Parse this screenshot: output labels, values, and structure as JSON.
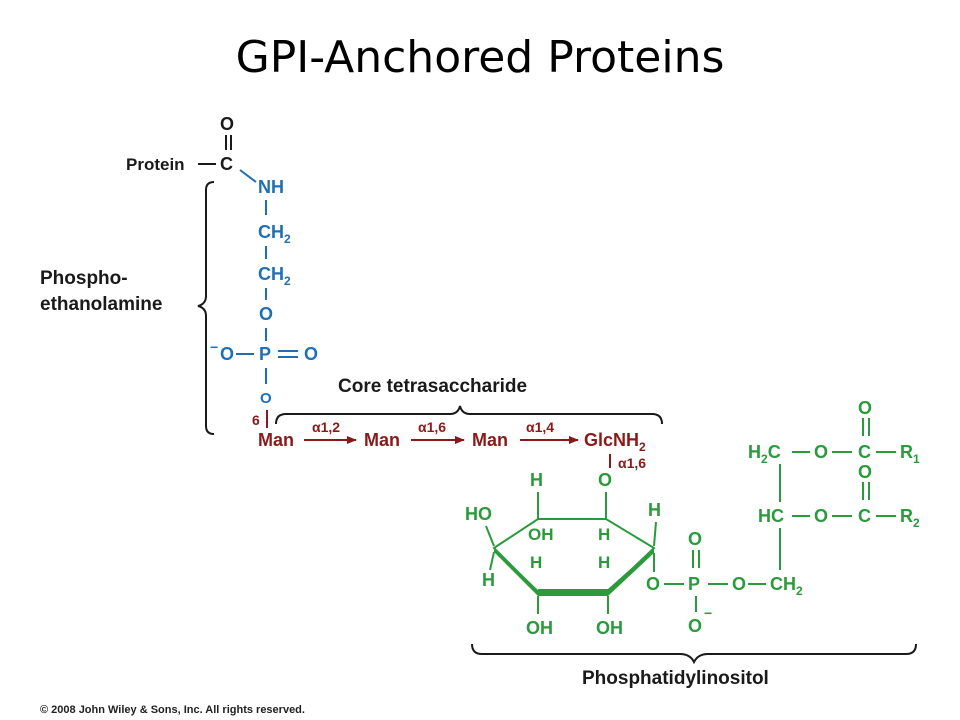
{
  "title": "GPI-Anchored Proteins",
  "colors": {
    "black": "#1a1a1a",
    "blue": "#1f6fb5",
    "red": "#8a1a1a",
    "green": "#2a9a3a"
  },
  "labels": {
    "phospho_line1": "Phospho-",
    "phospho_line2": "ethanolamine",
    "core": "Core tetrasaccharide",
    "pi": "Phosphatidylinositol",
    "protein": "Protein"
  },
  "atoms": {
    "O": "O",
    "C": "C",
    "NH": "NH",
    "P": "P",
    "H": "H",
    "HO": "HO",
    "OH": "OH",
    "CH": "CH",
    "sub2": "2",
    "minus": "−",
    "O_minus": "O",
    "R": "R",
    "sub1": "1",
    "H2C": "H",
    "HC": "HC",
    "num6": "6"
  },
  "sugars": {
    "man": "Man",
    "glcnh": "GlcNH",
    "sub2": "2"
  },
  "linkages": {
    "a12": "α1,2",
    "a16": "α1,6",
    "a14": "α1,4",
    "a16_vert": "α1,6"
  },
  "copyright": "© 2008 John Wiley & Sons, Inc. All rights reserved."
}
